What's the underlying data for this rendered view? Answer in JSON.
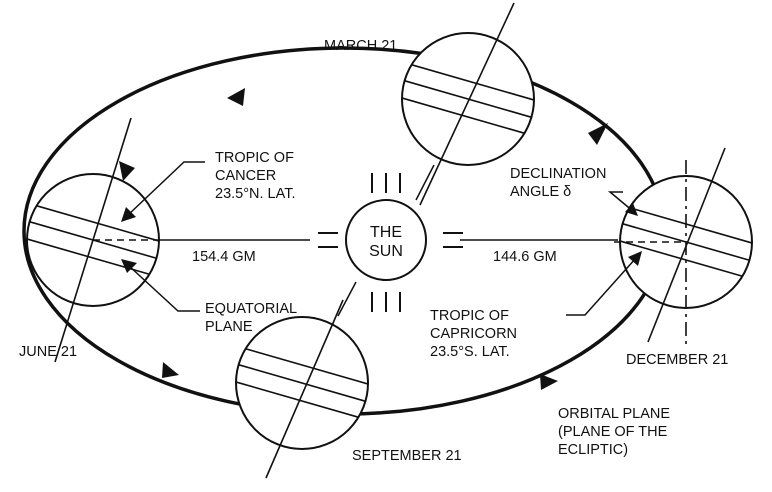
{
  "labels": {
    "sun_line1": "THE",
    "sun_line2": "SUN",
    "march": "MARCH 21",
    "june": "JUNE 21",
    "september": "SEPTEMBER 21",
    "december": "DECEMBER 21",
    "tropic_cancer": [
      "TROPIC OF",
      "CANCER",
      "23.5°N. LAT."
    ],
    "equatorial_plane": [
      "EQUATORIAL",
      "PLANE"
    ],
    "declination": [
      "DECLINATION",
      "ANGLE δ"
    ],
    "tropic_capricorn": [
      "TROPIC OF",
      "CAPRICORN",
      "23.5°S. LAT."
    ],
    "orbital_plane": [
      "ORBITAL PLANE",
      "(PLANE OF THE",
      "ECLIPTIC)"
    ],
    "distance_june": "154.4 GM",
    "distance_december": "144.6 GM"
  }
}
